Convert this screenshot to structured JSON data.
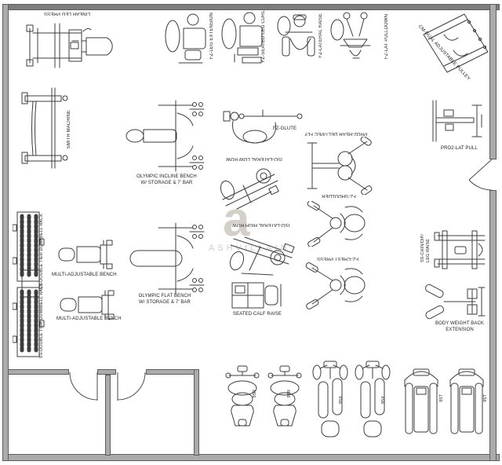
{
  "labels": {
    "linear_leg_press": "LINEAR LEG PRESS",
    "fz_leg_extension": "FZ-LEG EXTENSION",
    "fz_seated_leg_curl": "FZ-SEATED LEG CURL",
    "fz_lateral_raise": "FZ-LATERAL RAISE",
    "fz_lat_pulldown": "FZ-LAT PULLDOWN",
    "cm_dual_adjustable_pulley": "CM-DUAL ADJUSTABLE PULLEY",
    "smith_machine": "SMITH MACHINE",
    "olympic_incline_bench_line1": "OLYMPIC INCLINE BENCH",
    "olympic_incline_bench_line2": "W/ STORAGE & 7' BAR",
    "fz_glute": "FZ-GLUTE",
    "pro2_rear_delt_pec_fly": "PRO2-REAR DELT/PEC FLY",
    "iso_lateral_low_row": "ISO-LATERAL LOW ROW",
    "pro2_lat_pull": "PRO2-LAT PULL",
    "iso_lateral_high_row": "ISO-LATERAL HIGH ROW",
    "fz_shoulder": "FZ-SHOULDER",
    "fz_chest_press": "FZ-CHEST PRESS",
    "ss_chin_dip_line1": "SS-CHIN/DIP/",
    "ss_chin_dip_line2": "LEG RAISE",
    "ss_double_tier_dumbbell_rack": "SS-DOUBLE TIER DUMBBELL RACK",
    "multi_adjustable_bench": "MULTI-ADJUSTABLE BENCH",
    "olympic_flat_bench_line1": "OLYMPIC FLAT BENCH",
    "olympic_flat_bench_line2": "W/ STORAGE & 7' BAR",
    "seated_calf_raise": "SEATED CALF RAISE",
    "body_weight_back_extension_line1": "BODY WEIGHT BACK",
    "body_weight_back_extension_line2": "EXTENSION",
    "recumbent_bike": "95R",
    "elliptical_crosstrainer": "95X",
    "treadmill": "95T"
  },
  "watermark": {
    "logo_letter": "a",
    "text": "ASHVILLAIN"
  },
  "colors": {
    "wall_fill": "#ababab",
    "wall_edge": "#5e5e5e",
    "drawing_line": "#3d3d3d",
    "label_text": "#1d1d1d",
    "watermark": "#c8c0b9",
    "background": "#ffffff"
  }
}
